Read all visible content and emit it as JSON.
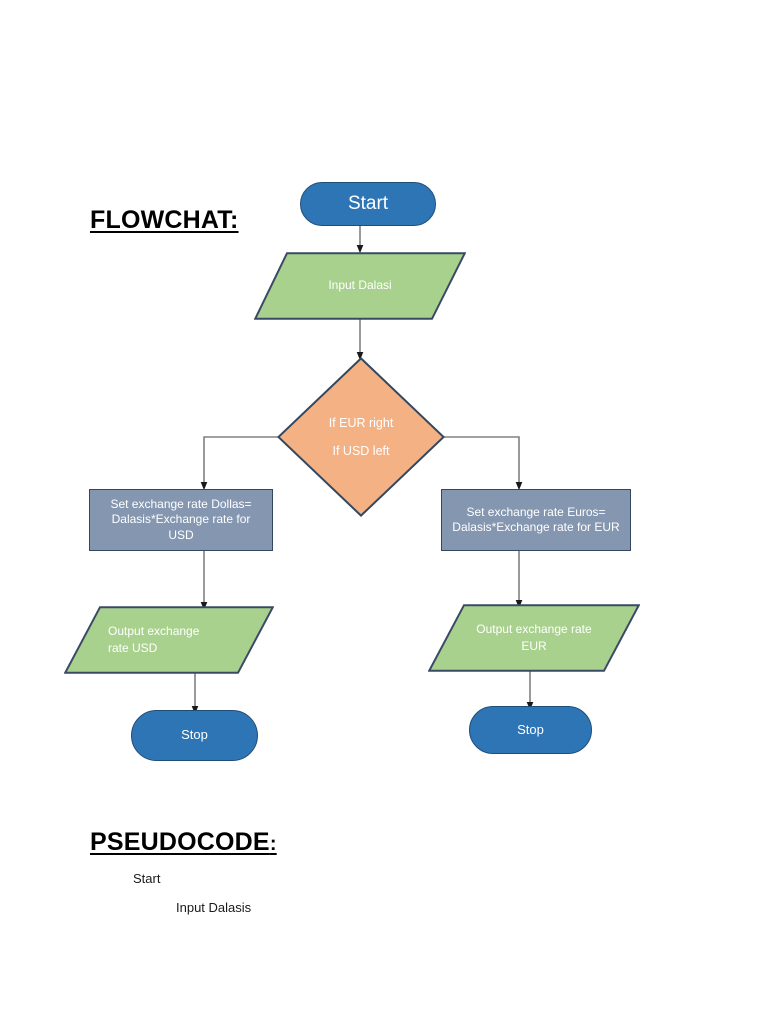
{
  "document": {
    "flowchart_heading": "FLOWCHAT:",
    "pseudocode_heading": "PSEUDOCODE",
    "pseudocode_heading_colon": ":"
  },
  "colors": {
    "terminator_fill": "#2E75B6",
    "terminator_stroke": "#1F4E79",
    "io_fill": "#A9D18E",
    "io_stroke": "#3A4A66",
    "decision_fill": "#F4B183",
    "decision_stroke": "#33475F",
    "process_fill": "#8496B0",
    "process_stroke": "#33475F",
    "connector": "#808080",
    "text_on_shape": "#FFFFFF",
    "page_background": "#FFFFFF"
  },
  "flowchart": {
    "nodes": {
      "start": {
        "label": "Start",
        "shape": "terminator"
      },
      "input_dalasi": {
        "label": "Input Dalasi",
        "shape": "parallelogram"
      },
      "decision": {
        "shape": "diamond",
        "line1": "If EUR right",
        "line2": "If USD left"
      },
      "process_usd": {
        "shape": "rectangle",
        "label": "Set exchange rate Dollas= Dalasis*Exchange rate for USD"
      },
      "process_eur": {
        "shape": "rectangle",
        "label": "Set exchange rate Euros= Dalasis*Exchange rate for EUR"
      },
      "output_usd": {
        "shape": "parallelogram",
        "label": "Output exchange rate USD"
      },
      "output_eur": {
        "shape": "parallelogram",
        "label": "Output exchange rate EUR"
      },
      "stop_usd": {
        "label": "Stop",
        "shape": "terminator"
      },
      "stop_eur": {
        "label": "Stop",
        "shape": "terminator"
      }
    }
  },
  "pseudocode": {
    "lines": [
      {
        "text": "Start",
        "indent": 1
      },
      {
        "text": "Input Dalasis",
        "indent": 2
      }
    ]
  }
}
